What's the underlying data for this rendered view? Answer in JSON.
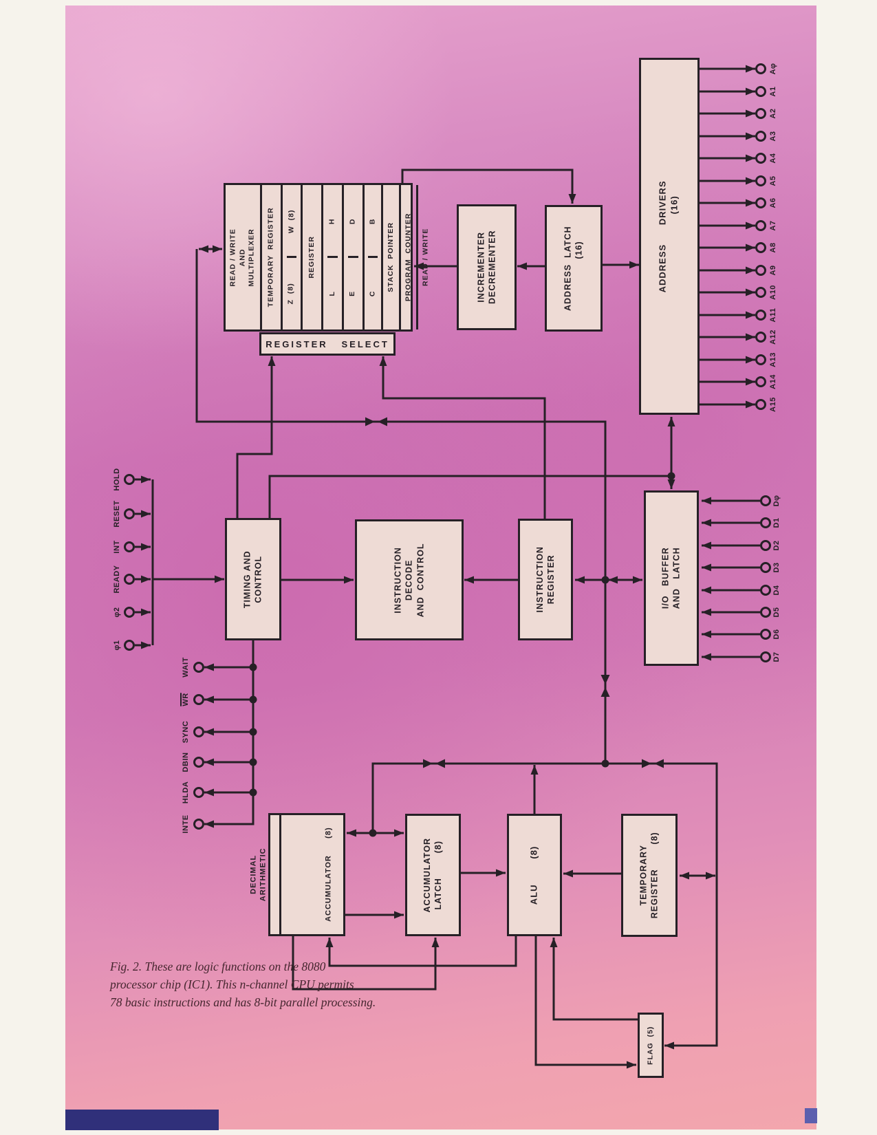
{
  "figure": {
    "caption_lines": [
      "Fig. 2. These are logic functions on the 8080",
      "processor chip (IC1). This n-channel CPU permits",
      "78 basic instructions and has 8-bit parallel processing."
    ]
  },
  "register_array": {
    "columns": [
      {
        "label": "READ / WRITE\nAND\nMULTIPLEXER"
      },
      {
        "label": "TEMPORARY  REGISTER"
      },
      {
        "split": [
          "Z  (8)",
          "W  (8)"
        ]
      },
      {
        "label": "REGISTER"
      },
      {
        "split": [
          "L",
          "H"
        ]
      },
      {
        "split": [
          "E",
          "D"
        ]
      },
      {
        "split": [
          "C",
          "B"
        ]
      },
      {
        "label": "STACK  POINTER"
      },
      {
        "label": "PROGRAM  COUNTER"
      },
      {
        "label": "READ / WRITE"
      }
    ]
  },
  "blocks": {
    "register_select": "REGISTER   SELECT",
    "incrementer": "INCREMENTER\nDECREMENTER",
    "address_latch": "ADDRESS  LATCH\n            (16)",
    "address_drivers": "ADDRESS      DRIVERS\n                    (16)",
    "timing": "TIMING AND\nCONTROL",
    "instruction_decode": "INSTRUCTION\nDECODE\nAND  CONTROL",
    "instruction_register": "INSTRUCTION\nREGISTER",
    "io_buffer": "I/O   BUFFER\nAND   LATCH",
    "decimal_arithmetic": "DECIMAL\nARITHMETIC",
    "accumulator": "ACCUMULATOR      (8)",
    "accumulator_latch": "ACCUMULATOR\nLATCH        (8)",
    "alu": "ALU        (8)",
    "temporary_register": "TEMPORARY\nREGISTER        (8)",
    "flag": "FLAG  (5)"
  },
  "pins": {
    "address": [
      "Aφ",
      "A1",
      "A2",
      "A3",
      "A4",
      "A5",
      "A6",
      "A7",
      "A8",
      "A9",
      "A10",
      "A11",
      "A12",
      "A13",
      "A14",
      "A15"
    ],
    "data": [
      "Dφ",
      "D1",
      "D2",
      "D3",
      "D4",
      "D5",
      "D6",
      "D7"
    ],
    "inputs": [
      "HOLD",
      "RESET",
      "INT",
      "READY",
      "φ2",
      "φ1"
    ],
    "outputs": [
      {
        "label": "WAIT",
        "overline": false
      },
      {
        "label": "WR",
        "overline": true
      },
      {
        "label": "SYNC",
        "overline": false
      },
      {
        "label": "DBIN",
        "overline": false
      },
      {
        "label": "HLDA",
        "overline": false
      },
      {
        "label": "INTE",
        "overline": false
      }
    ]
  },
  "colors": {
    "ink": "#262026",
    "box_fill": "#eedbd5",
    "page_pink": "#d07ab8",
    "footer_bar": "#30307a",
    "footer_mark": "#5c5fae"
  }
}
